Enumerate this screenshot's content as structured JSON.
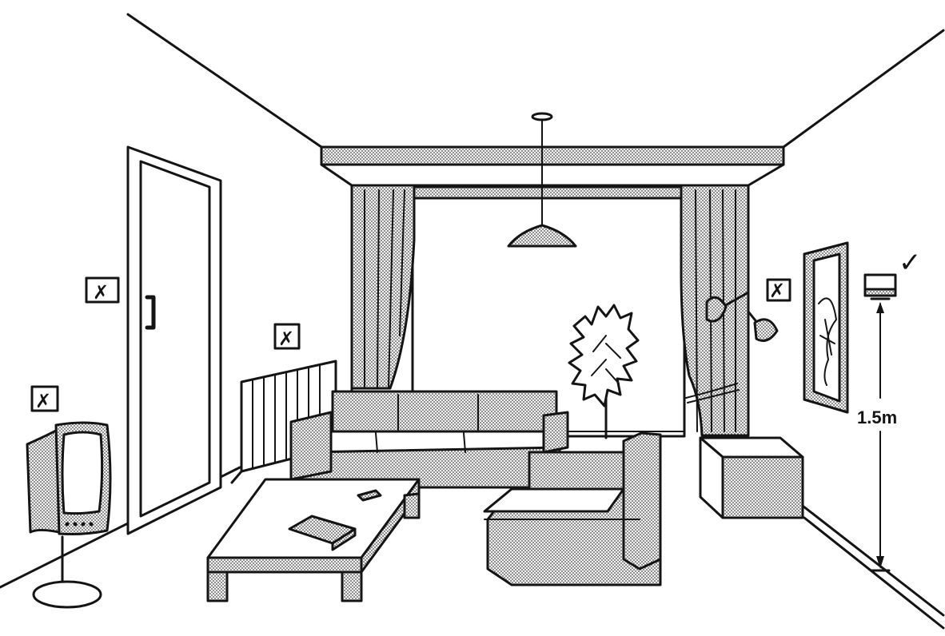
{
  "diagram": {
    "height_label": "1.5m",
    "correct_mark": "✓",
    "wrong_mark": "✗",
    "items": [
      {
        "id": "thermostat",
        "status": "correct"
      },
      {
        "id": "sensor-door-wall",
        "status": "wrong"
      },
      {
        "id": "sensor-above-radiator",
        "status": "wrong"
      },
      {
        "id": "sensor-above-tv",
        "status": "wrong"
      },
      {
        "id": "sensor-near-lamp",
        "status": "wrong"
      }
    ]
  }
}
